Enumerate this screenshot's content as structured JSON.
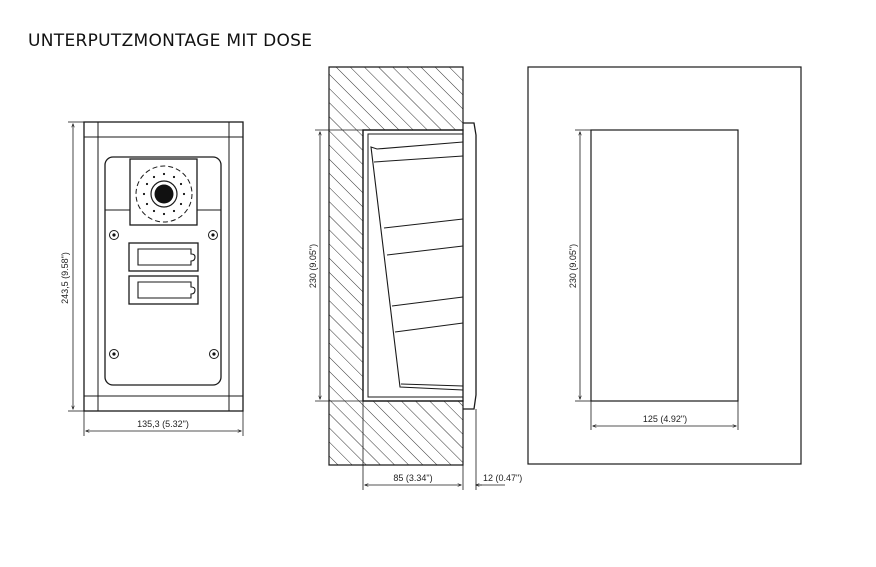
{
  "title": "UNTERPUTZMONTAGE MIT DOSE",
  "colors": {
    "line": "#1a1a1a",
    "text": "#111111",
    "background": "#ffffff"
  },
  "views": {
    "front": {
      "label": "front-view",
      "dimensions": {
        "height": "243,5 (9.58\")",
        "width": "135,3 (5.32\")"
      },
      "components": [
        "camera-module",
        "call-button-1",
        "call-button-2",
        "screw-top-left",
        "screw-top-right",
        "screw-bottom-left",
        "screw-bottom-right"
      ]
    },
    "section": {
      "label": "section-view",
      "dimensions": {
        "height": "230 (9.05\")",
        "depth": "85 (3.34\")",
        "frame": "12 (0.47\")"
      }
    },
    "cutout": {
      "label": "wall-cutout-view",
      "dimensions": {
        "height": "230 (9.05\")",
        "width": "125 (4.92\")"
      }
    }
  }
}
